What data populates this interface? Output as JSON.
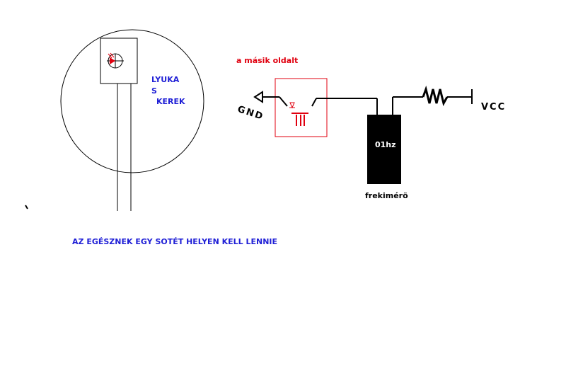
{
  "wheel_labels": {
    "line1": "LYUKA",
    "line2": "S",
    "line3": "KEREK"
  },
  "other_side_label": "a másik oldalt",
  "gnd_label": "GND",
  "vcc_label": "VCC",
  "display_value": "01hz",
  "counter_label": "frekimérö",
  "footer_note": "AZ EGÉSZNEK EGY SOTÉT HELYEN KELL LENNIE",
  "colors": {
    "wire": "#000000",
    "optocoupler": "#e0000f",
    "text_blue": "#1f1fd6",
    "counter_body": "#000000"
  }
}
